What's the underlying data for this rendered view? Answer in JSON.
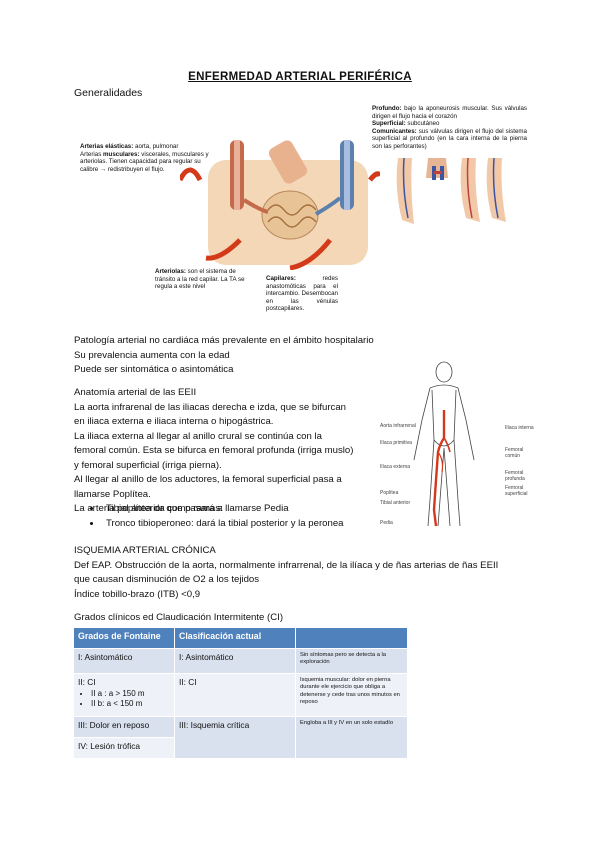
{
  "title": "ENFERMEDAD ARTERIAL PERIFÉRICA",
  "generalidades": "Generalidades",
  "diagram": {
    "left_note_bold1": "Arterias elásticas:",
    "left_note_rest1": " aorta, pulmonar",
    "left_note_l2a": "Arterias ",
    "left_note_bold2": "musculares:",
    "left_note_rest2": " viscerales, musculares y arteriolas. Tienen capacidad para regular su calibre → redistribuyen el flujo.",
    "arteriolas_bold": "Arteriolas:",
    "arteriolas_rest": " son el sistema de tránsito a la red capilar. La TA se regula a este nivel",
    "capilares_bold": "Capilares:",
    "capilares_rest": " redes anastomóticas para el intercambio. Desembocan en las vénulas postcapilares.",
    "profundo_bold": "Profundo:",
    "profundo_rest": " bajo la aponeurosis muscular. Sus válvulas dirigen el flujo hacia el corazón",
    "superficial_bold": "Superficial:",
    "superficial_rest": " subcutáneo",
    "comunicantes_bold": "Comunicantes:",
    "comunicantes_rest": " sus válvulas dirigen el flujo del sistema superficial al profundo (en la cara interna de la pierna son las perforantes)"
  },
  "body_lines": [
    "Patología arterial no cardiáca más prevalente en el ámbito hospitalario",
    "Su prevalencia aumenta con la edad",
    "Puede ser sintomática o asintomática"
  ],
  "anatomia": {
    "heading": "Anatomía arterial de las EEII",
    "p1": "La aorta infrarenal de las iliacas derecha e izda, que se bifurcan en iliaca externa e iliaca interna o hipogástrica.",
    "p2": "La iliaca externa al llegar al anillo crural se continúa con la femoral común. Esta se bifurca en femoral profunda (irriga muslo) y femoral superficial (irriga pierna).",
    "p3": "Al llegar al anillo de los aductores, la femoral superficial pasa a llamarse Poplítea.",
    "p4": "La arteria poplítea da como ramas:",
    "ramas": [
      "Tibial anterior que pasará a llamarse Pedia",
      "Tronco tibioperoneo: dará la tibial posterior y la peronea"
    ]
  },
  "figure_labels": {
    "aorta": "Aorta infrarrenal",
    "iliaca_primitiva": "Ilíaca primitiva",
    "iliaca_externa": "Ilíaca externa",
    "poplitea": "Poplítea",
    "tibial_ant": "Tibial anterior",
    "pedia": "Pedia",
    "iliaca_interna": "Ilíaca interna",
    "femoral_comun": "Femoral común",
    "femoral_profunda": "Femoral profunda",
    "femoral_superficial": "Femoral superficial"
  },
  "isquemia": {
    "heading": "ISQUEMIA ARTERIAL CRÓNICA",
    "def": "Def EAP. Obstrucción de la aorta, normalmente infrarrenal, de la ilíaca y de ñas arterias de ñas EEII que causan disminución de O2 a los tejidos",
    "itb": "Índice tobillo-brazo (ITB) <0,9"
  },
  "grados": {
    "heading": "Grados clínicos ed Claudicación Intermitente (CI)",
    "col1": "Grados de Fontaine",
    "col2": "Clasificación actual",
    "rows": {
      "i_font": "I: Asintomático",
      "i_act": "I: Asintomático",
      "i_desc": "Sin síntomas pero se detecta a la exploración",
      "ii_font": "II: CI",
      "ii_a": "II a : a > 150 m",
      "ii_b": "II b: a < 150 m",
      "ii_act": "II: CI",
      "ii_desc": "Isquemia muscular: dolor en pierna durante ele ejercicio que obliga a detenerse y cede tras unos minutos en reposo",
      "iii_font": "III: Dolor en reposo",
      "iii_act": "III: Isquemia crítica",
      "iii_desc": "Engloba a III y IV en un solo estadío",
      "iv_font": "IV: Lesión trófica"
    }
  }
}
